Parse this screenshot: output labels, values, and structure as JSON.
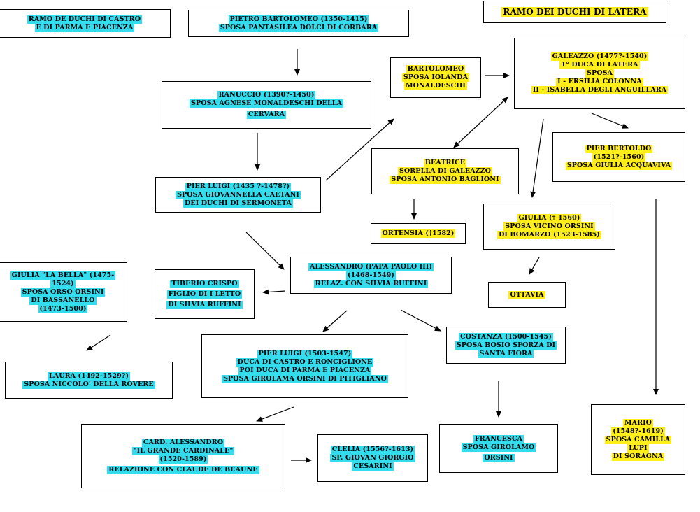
{
  "boxes": {
    "ramo_castro": [
      "RAMO DE DUCHI DI CASTRO",
      "E DI PARMA E PIACENZA"
    ],
    "ramo_latera": [
      "RAMO DEI DUCHI DI LATERA"
    ],
    "pietro": [
      "PIETRO BARTOLOMEO  (1350-1415)",
      "SPOSA PANTASILEA DOLCI DI CORBARA"
    ],
    "ranuccio": [
      "RANUCCIO (1390?-1450)",
      "SPOSA  AGNESE MONALDESCHI DELLA",
      "CERVARA"
    ],
    "pierluigi1": [
      "PIER LUIGI (1435 ?-1478?)",
      "SPOSA GIOVANNELLA CAETANI",
      "DEI DUCHI DI SERMONETA"
    ],
    "bartolomeo": [
      "BARTOLOMEO",
      "SPOSA IOLANDA",
      "MONALDESCHI"
    ],
    "galeazzo": [
      "GALEAZZO (1477?-1540)",
      "1° DUCA DI LATERA",
      "SPOSA",
      "I - ERSILIA COLONNA",
      "II - ISABELLA DEGLI ANGUILLARA"
    ],
    "beatrice": [
      "BEATRICE",
      "SORELLA DI GALEAZZO",
      "SPOSA  ANTONIO BAGLIONI"
    ],
    "pierbertoldo": [
      "PIER BERTOLDO",
      "(1521?-1560)",
      "SPOSA GIULIA ACQUAVIVA"
    ],
    "ortensia": [
      "ORTENSIA (†1582)"
    ],
    "giulia_vicino": [
      "GIULIA († 1560)",
      "SPOSA  VICINO ORSINI",
      "DI BOMARZO (1523-1585)"
    ],
    "alessandro": [
      "ALESSANDRO (PAPA PAOLO III)",
      "(1468-1549)",
      "RELAZ. CON SILVIA RUFFINI"
    ],
    "tiberio": [
      "TIBERIO CRISPO",
      "FIGLIO DI I LETTO",
      "DI SILVIA RUFFINI"
    ],
    "giulia_bella": [
      "GIULIA \"LA BELLA\" (1475-",
      "1524)",
      "SPOSA ORSO ORSINI",
      "DI BASSANELLO",
      "(1473-1500)"
    ],
    "ottavia": [
      "OTTAVIA"
    ],
    "costanza": [
      "COSTANZA (1500-1545)",
      "SPOSA BOSIO SFORZA DI",
      "SANTA FIORA"
    ],
    "pierluigi2": [
      "PIER LUIGI (1503-1547)",
      "DUCA DI CASTRO E RONCIGLIONE",
      "POI DUCA DI PARMA E PIACENZA",
      "SPOSA GIROLAMA ORSINI DI PITIGLIANO"
    ],
    "laura": [
      "LAURA (1492-1529?)",
      "SPOSA NICCOLO' DELLA ROVERE"
    ],
    "mario": [
      "MARIO",
      "(1548?-1619)",
      "SPOSA CAMILLA",
      "LUPI",
      "DI SORAGNA"
    ],
    "card_alessandro": [
      "CARD. ALESSANDRO",
      "\"IL GRANDE CARDINALE\"",
      "(1520-1589)",
      "RELAZIONE CON CLAUDE DE BEAUNE"
    ],
    "clelia": [
      "CLELIA (1556?-1613)",
      "SP. GIOVAN GIORGIO",
      "CESARINI"
    ],
    "francesca": [
      "FRANCESCA",
      "SPOSA GIROLAMO",
      "ORSINI"
    ]
  },
  "colors": {
    "castro_branch": "#33ddee",
    "latera_branch": "#ffee1a"
  }
}
